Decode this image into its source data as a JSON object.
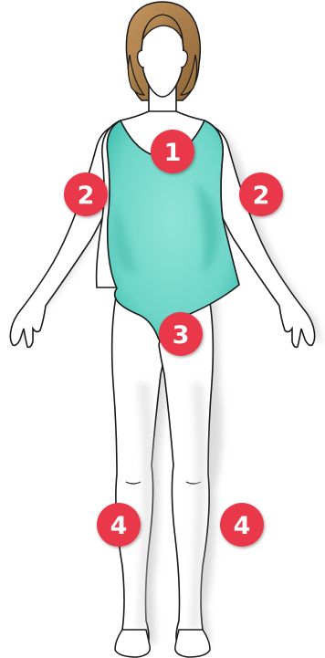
{
  "colors": {
    "marker": "#e8374a",
    "marker_text": "#ffffff",
    "swimsuit": "#6fd6c9",
    "swimsuit_shadow": "#3bbfae",
    "hair": "#b88750",
    "hair_shadow": "#8d6535",
    "skin": "#ffffff",
    "outline": "#1a1a1a",
    "shade": "#d4d4d4"
  },
  "markers": [
    {
      "id": "1",
      "label": "1",
      "area": "chest"
    },
    {
      "id": "2-right",
      "label": "2",
      "area": "right-armpit"
    },
    {
      "id": "2-left",
      "label": "2",
      "area": "left-armpit"
    },
    {
      "id": "3",
      "label": "3",
      "area": "groin"
    },
    {
      "id": "4-right",
      "label": "4",
      "area": "right-knee"
    },
    {
      "id": "4-left",
      "label": "4",
      "area": "left-knee"
    }
  ]
}
